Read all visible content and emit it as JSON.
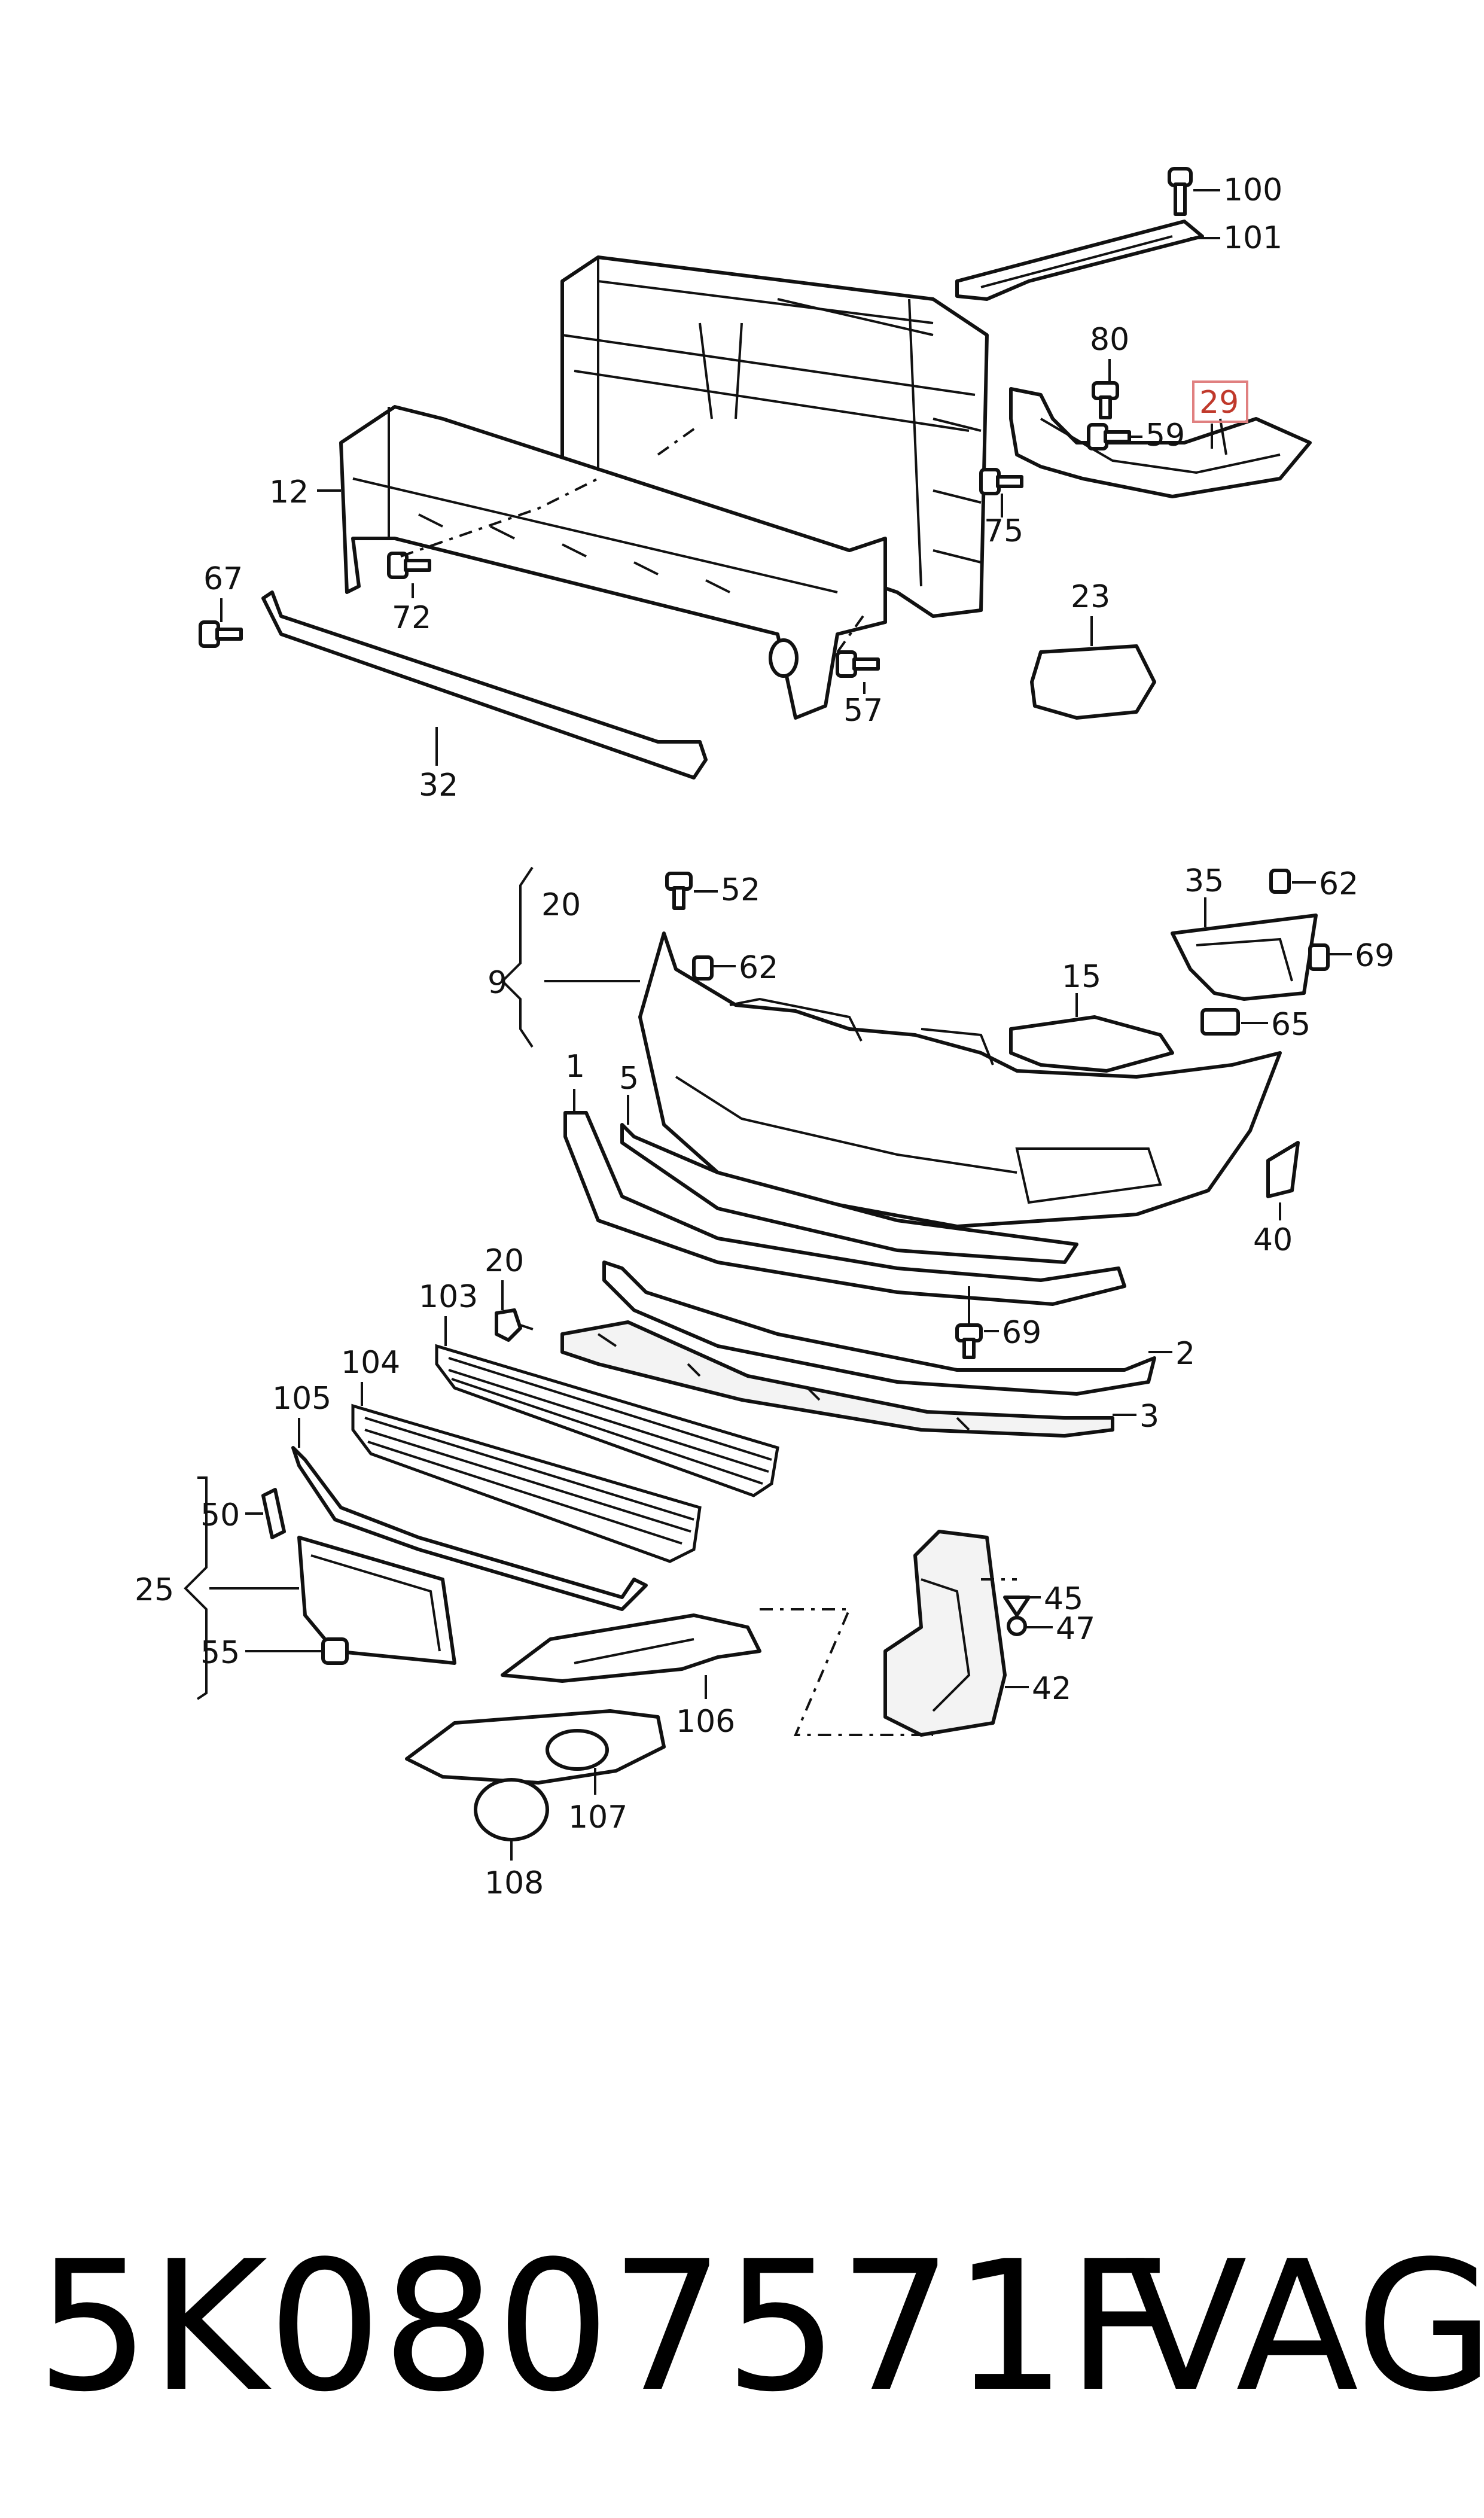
{
  "part_number": "5K0807571F",
  "maker": "VAG",
  "highlighted_label": "29",
  "labels": {
    "l100": "100",
    "l101": "101",
    "l80": "80",
    "l59": "59",
    "l29": "29",
    "l75": "75",
    "l12": "12",
    "l67": "67",
    "l72": "72",
    "l57": "57",
    "l23": "23",
    "l32": "32",
    "l20a": "20",
    "l9": "9",
    "l52": "52",
    "l62a": "62",
    "l35": "35",
    "l62b": "62",
    "l69a": "69",
    "l15": "15",
    "l65": "65",
    "l1": "1",
    "l5": "5",
    "l40": "40",
    "l20b": "20",
    "l103": "103",
    "l69b": "69",
    "l2": "2",
    "l104": "104",
    "l3": "3",
    "l105": "105",
    "l50": "50",
    "l25": "25",
    "l55": "55",
    "l45": "45",
    "l47": "47",
    "l42": "42",
    "l106": "106",
    "l107": "107",
    "l108": "108"
  }
}
